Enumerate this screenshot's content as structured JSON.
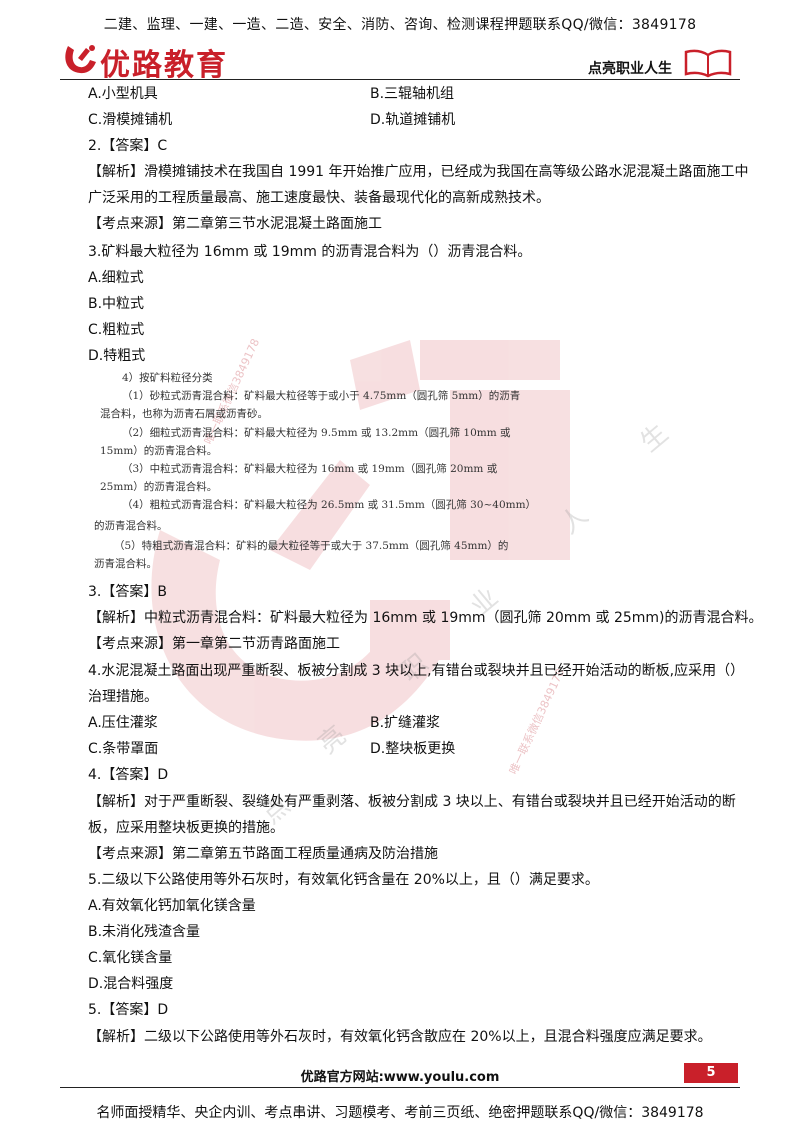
{
  "header": {
    "top_banner": "二建、监理、一建、一造、二造、安全、消防、咨询、检测课程押题联系QQ/微信：3849178",
    "brand": "优路教育",
    "slogan": "点亮职业人生"
  },
  "q2_options": {
    "a": "A.小型机具",
    "b": "B.三辊轴机组",
    "c": "C.滑模摊铺机",
    "d": "D.轨道摊铺机"
  },
  "q2": {
    "answer": "2.【答案】C",
    "analysis_line1": "【解析】滑模摊铺技术在我国自 1991 年开始推广应用，已经成为我国在高等级公路水泥混凝土路面施工中",
    "analysis_line2": "广泛采用的工程质量最高、施工速度最快、装备最现代化的高新成熟技术。",
    "source": "【考点来源】第二章第三节水泥混凝土路面施工"
  },
  "q3": {
    "question": "3.矿料最大粒径为 16mm 或 19mm 的沥青混合料为（）沥青混合料。",
    "options": [
      "A.细粒式",
      "B.中粒式",
      "C.粗粒式",
      "D.特粗式"
    ],
    "ref_lines": [
      "4）按矿料粒径分类",
      "（1）砂粒式沥青混合料：矿料最大粒径等于或小于 4.75mm（圆孔筛 5mm）的沥青",
      "混合料，也称为沥青石屑或沥青砂。",
      "（2）细粒式沥青混合料：矿料最大粒径为 9.5mm 或 13.2mm（圆孔筛 10mm 或",
      "15mm）的沥青混合料。",
      "（3）中粒式沥青混合料：矿料最大粒径为 16mm 或 19mm（圆孔筛 20mm 或",
      "25mm）的沥青混合料。",
      "（4）粗粒式沥青混合料：矿料最大粒径为 26.5mm 或 31.5mm（圆孔筛 30~40mm）",
      "的沥青混合料。",
      "（5）特粗式沥青混合料：矿料的最大粒径等于或大于 37.5mm（圆孔筛 45mm）的",
      "沥青混合料。"
    ],
    "answer": "3.【答案】B",
    "analysis": "【解析】中粒式沥青混合料：矿料最大粒径为 16mm 或 19mm（圆孔筛 20mm 或 25mm)的沥青混合料。",
    "source": "【考点来源】第一章第二节沥青路面施工"
  },
  "q4": {
    "question_line1": "4.水泥混凝土路面出现严重断裂、板被分割成 3 块以上,有错台或裂块并且已经开始活动的断板,应采用（）",
    "question_line2": "治理措施。",
    "a": "A.压住灌浆",
    "b": "B.扩缝灌浆",
    "c": "C.条带罩面",
    "d": "D.整块板更换",
    "answer": "4.【答案】D",
    "analysis_line1": "【解析】对于严重断裂、裂缝处有严重剥落、板被分割成 3 块以上、有错台或裂块并且已经开始活动的断",
    "analysis_line2": "板，应采用整块板更换的措施。",
    "source": "【考点来源】第二章第五节路面工程质量通病及防治措施"
  },
  "q5": {
    "question": "5.二级以下公路使用等外石灰时，有效氧化钙含量在 20%以上，且（）满足要求。",
    "options": [
      "A.有效氧化钙加氧化镁含量",
      "B.未消化残渣含量",
      "C.氧化镁含量",
      "D.混合料强度"
    ],
    "answer": "5.【答案】D",
    "analysis": "【解析】二级以下公路使用等外石灰时，有效氧化钙含散应在 20%以上，且混合料强度应满足要求。"
  },
  "watermark": {
    "chars": [
      "点",
      "亮",
      "职",
      "业",
      "人",
      "生"
    ],
    "contact_1": "唯一联系微信3849178",
    "contact_2": "唯一联系微信3849178"
  },
  "footer": {
    "site": "优路官方网站:www.youlu.com",
    "page_number": "5",
    "bottom_banner": "名师面授精华、央企内训、考点串讲、习题模考、考前三页纸、绝密押题联系QQ/微信：3849178"
  },
  "colors": {
    "brand_red": "#c9202a"
  }
}
